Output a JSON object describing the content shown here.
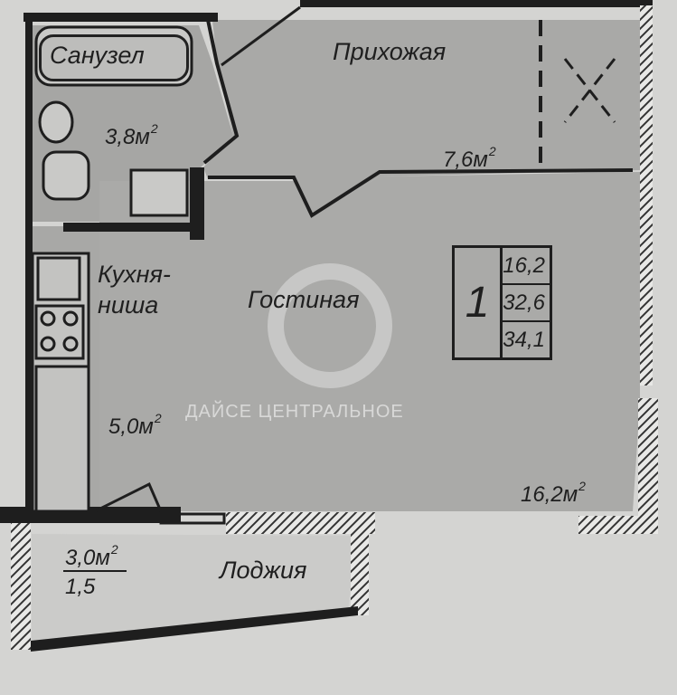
{
  "rooms": {
    "bathroom": {
      "name": "Санузел",
      "area": "3,8м",
      "area_sup": "2"
    },
    "hall": {
      "name": "Прихожая",
      "area": "7,6м",
      "area_sup": "2"
    },
    "kitchen": {
      "name_line1": "Кухня-",
      "name_line2": "ниша",
      "area": "5,0м",
      "area_sup": "2"
    },
    "living": {
      "name": "Гостиная",
      "area": "16,2м",
      "area_sup": "2"
    },
    "loggia": {
      "name": "Лоджия",
      "area": "3,0м",
      "area_sup": "2",
      "reduced_area": "1,5"
    }
  },
  "summary": {
    "rooms_count": "1",
    "living_area": "16,2",
    "total_area": "32,6",
    "total_with_loggia": "34,1"
  },
  "watermark": {
    "text": "ДАЙСЕ ЦЕНТРАЛЬНОЕ"
  },
  "colors": {
    "background": "#d4d4d2",
    "floor": "#a9a9a7",
    "wall": "#1e1e1e",
    "watermark": "#ffffff"
  }
}
